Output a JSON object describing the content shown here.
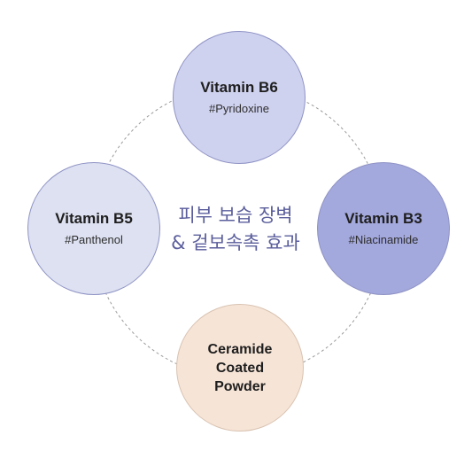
{
  "diagram": {
    "center": {
      "line1": "피부 보습 장벽",
      "line2": "& 겉보속촉 효과"
    },
    "nodes": {
      "top": {
        "title": "Vitamin B6",
        "subtitle": "#Pyridoxine",
        "color": "#cfd2ef"
      },
      "left": {
        "title": "Vitamin B5",
        "subtitle": "#Panthenol",
        "color": "#dde1f1"
      },
      "right": {
        "title": "Vitamin B3",
        "subtitle": "#Niacinamide",
        "color": "#a3a8dd"
      },
      "bottom": {
        "line1": "Ceramide",
        "line2": "Coated",
        "line3": "Powder",
        "color": "#f6e4d6"
      }
    },
    "ring": {
      "style": "dashed",
      "color": "#9a9a9a"
    },
    "center_text_color": "#5b5e9c"
  }
}
